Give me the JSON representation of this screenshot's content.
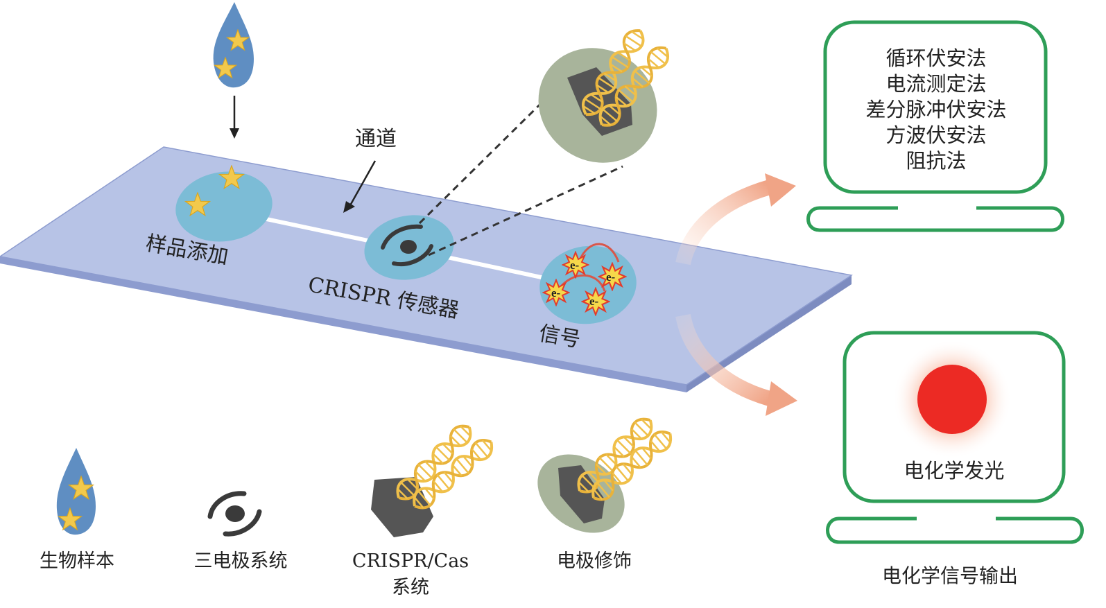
{
  "colors": {
    "chip_top": "#b7c3e6",
    "chip_edge": "#8d9ccf",
    "spot": "#7cbcd6",
    "drop": "#5f8ec2",
    "star": "#f2c94c",
    "dna": "#f0c04a",
    "electrode_gray": "#555555",
    "modified_bg": "#a8b49b",
    "monitor": "#2e9e57",
    "arrow_salmon": "#f0a486",
    "ecl_red": "#ec2a24"
  },
  "chip": {
    "channel_label": "通道",
    "sample_label": "样品添加",
    "sensor_label": "CRISPR 传感器",
    "signal_label": "信号",
    "electron_label": "e-"
  },
  "output": {
    "methods": [
      "循环伏安法",
      "电流测定法",
      "差分脉冲伏安法",
      "方波伏安法",
      "阻抗法"
    ],
    "ecl_label": "电化学发光",
    "caption": "电化学信号输出"
  },
  "legend": {
    "items": [
      {
        "icon": "biological-sample-drop-icon",
        "label": "生物样本"
      },
      {
        "icon": "three-electrode-icon",
        "label": "三电极系统"
      },
      {
        "icon": "crispr-cas-icon",
        "label": "CRISPR/Cas",
        "label2": "系统"
      },
      {
        "icon": "electrode-modification-icon",
        "label": "电极修饰"
      }
    ]
  }
}
